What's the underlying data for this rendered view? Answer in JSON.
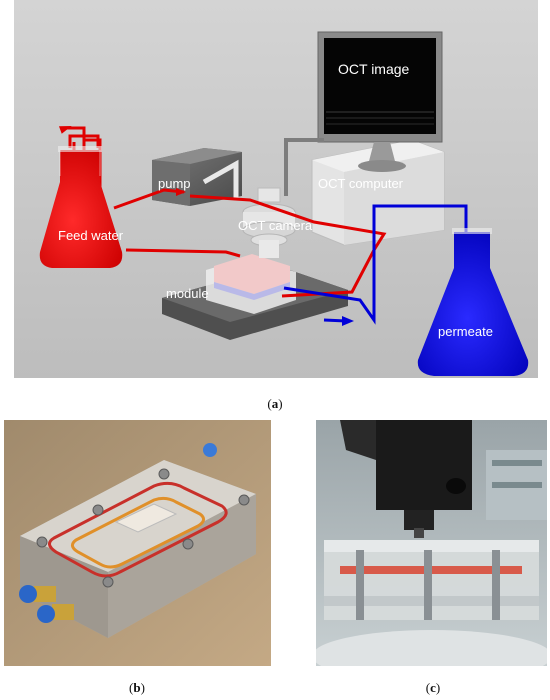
{
  "panel_a": {
    "labels": {
      "feed_water": "Feed water",
      "pump": "pump",
      "oct_camera": "OCT camera",
      "oct_computer": "OCT computer",
      "oct_image": "OCT image",
      "module": "module",
      "permeate": "permeate"
    },
    "colors": {
      "feed": "#e50000",
      "permeate": "#0000dd",
      "background": "#c8c8c8"
    }
  },
  "captions": {
    "a": "(a)",
    "b": "(b)",
    "c": "(c)"
  }
}
